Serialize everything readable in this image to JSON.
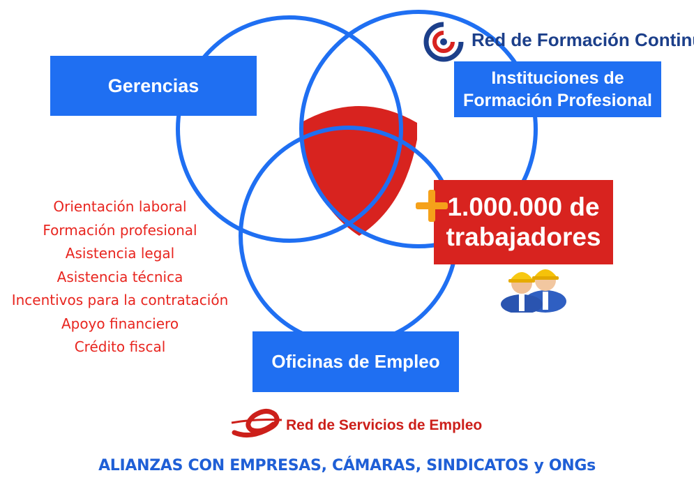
{
  "diagram": {
    "circles": [
      "top-left",
      "top-right",
      "bottom"
    ],
    "center_shape": "shield",
    "colors": {
      "circle_stroke": "#1f6ff2",
      "box_blue": "#1f6ff2",
      "accent_red": "#d8231f",
      "plus_orange": "#f5a11a",
      "list_red": "#e8251f",
      "footer_blue": "#1f5fd6"
    }
  },
  "boxes": {
    "gerencias": "Gerencias",
    "instituciones_line1": "Instituciones de",
    "instituciones_line2": "Formación Profesional",
    "oficinas": "Oficinas de Empleo"
  },
  "highlight": {
    "line1": "1.000.000 de",
    "line2": "trabajadores",
    "plus_icon": "plus-icon"
  },
  "services": [
    "Orientación laboral",
    "Formación profesional",
    "Asistencia legal",
    "Asistencia técnica",
    "Incentivos para la contratación",
    "Apoyo financiero",
    "Crédito fiscal"
  ],
  "logos": {
    "red_formacion": "Red de Formación Continua",
    "red_servicios": "Red de Servicios de Empleo"
  },
  "icons": [
    "workers-icon",
    "rfc-logo-icon",
    "rse-logo-icon"
  ],
  "footer": "ALIANZAS CON EMPRESAS, CÁMARAS,  SINDICATOS y ONGs"
}
